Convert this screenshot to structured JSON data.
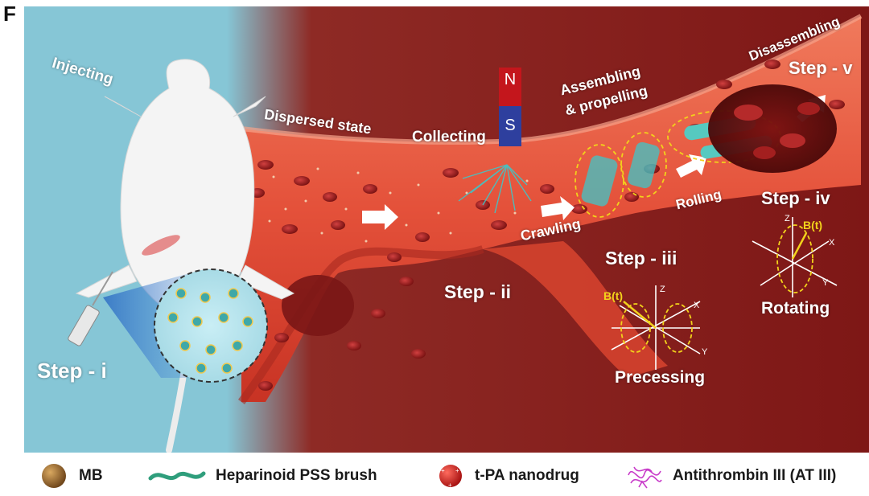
{
  "panel_label": "F",
  "labels": {
    "injecting": "Injecting",
    "dispersed_state": "Dispersed state",
    "collecting": "Collecting",
    "magnet_north": "N",
    "magnet_south": "S",
    "assembling": "Assembling",
    "and_propelling": "& propelling",
    "disassembling": "Disassembling",
    "crawling": "Crawling",
    "rolling": "Rolling",
    "step_i": "Step - i",
    "step_ii": "Step - ii",
    "step_iii": "Step - iii",
    "step_iv": "Step - iv",
    "step_v": "Step - v",
    "precessing": "Precessing",
    "rotating": "Rotating"
  },
  "axes_precessing": {
    "field": "B(t)",
    "x": "X",
    "y": "Y",
    "z": "Z"
  },
  "axes_rotating": {
    "field": "B(t)",
    "x": "X",
    "y": "Y",
    "z": "Z"
  },
  "legend": {
    "mb": "MB",
    "brush": "Heparinoid PSS brush",
    "nanodrug": "t-PA nanodrug",
    "at3": "Antithrombin III (AT III)"
  },
  "colors": {
    "background_blue": "#86c6d6",
    "tissue_red": "#8a1d1c",
    "vessel_orange": "#e5533a",
    "magnet_north": "#c4161c",
    "magnet_south": "#2e3f9e",
    "field_yellow": "#f2d21b"
  }
}
